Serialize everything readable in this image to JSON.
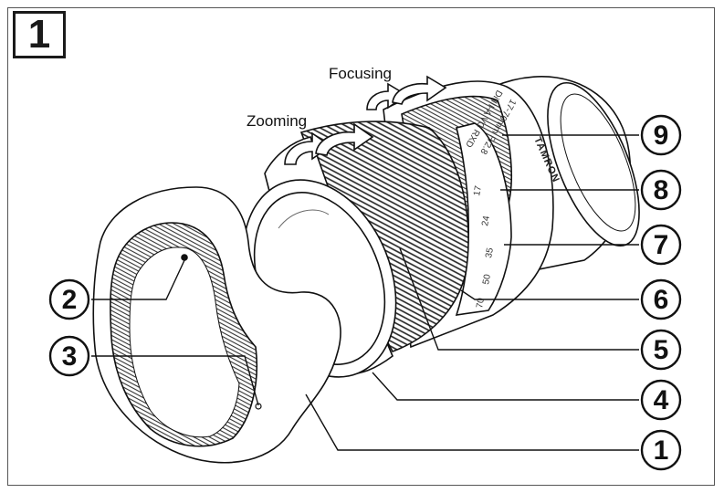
{
  "panel_number": "1",
  "labels": {
    "focusing": "Focusing",
    "zooming": "Zooming"
  },
  "lens_markings": {
    "brand": "TAMRON",
    "model_line1": "17-70mm F/2.8",
    "model_line2": "Di III-A VC RXD",
    "zoom_scale": [
      "17",
      "24",
      "35",
      "50",
      "70"
    ]
  },
  "callouts": [
    "1",
    "2",
    "3",
    "4",
    "5",
    "6",
    "7",
    "8",
    "9"
  ],
  "colors": {
    "line": "#111111",
    "frame": "#555555"
  }
}
